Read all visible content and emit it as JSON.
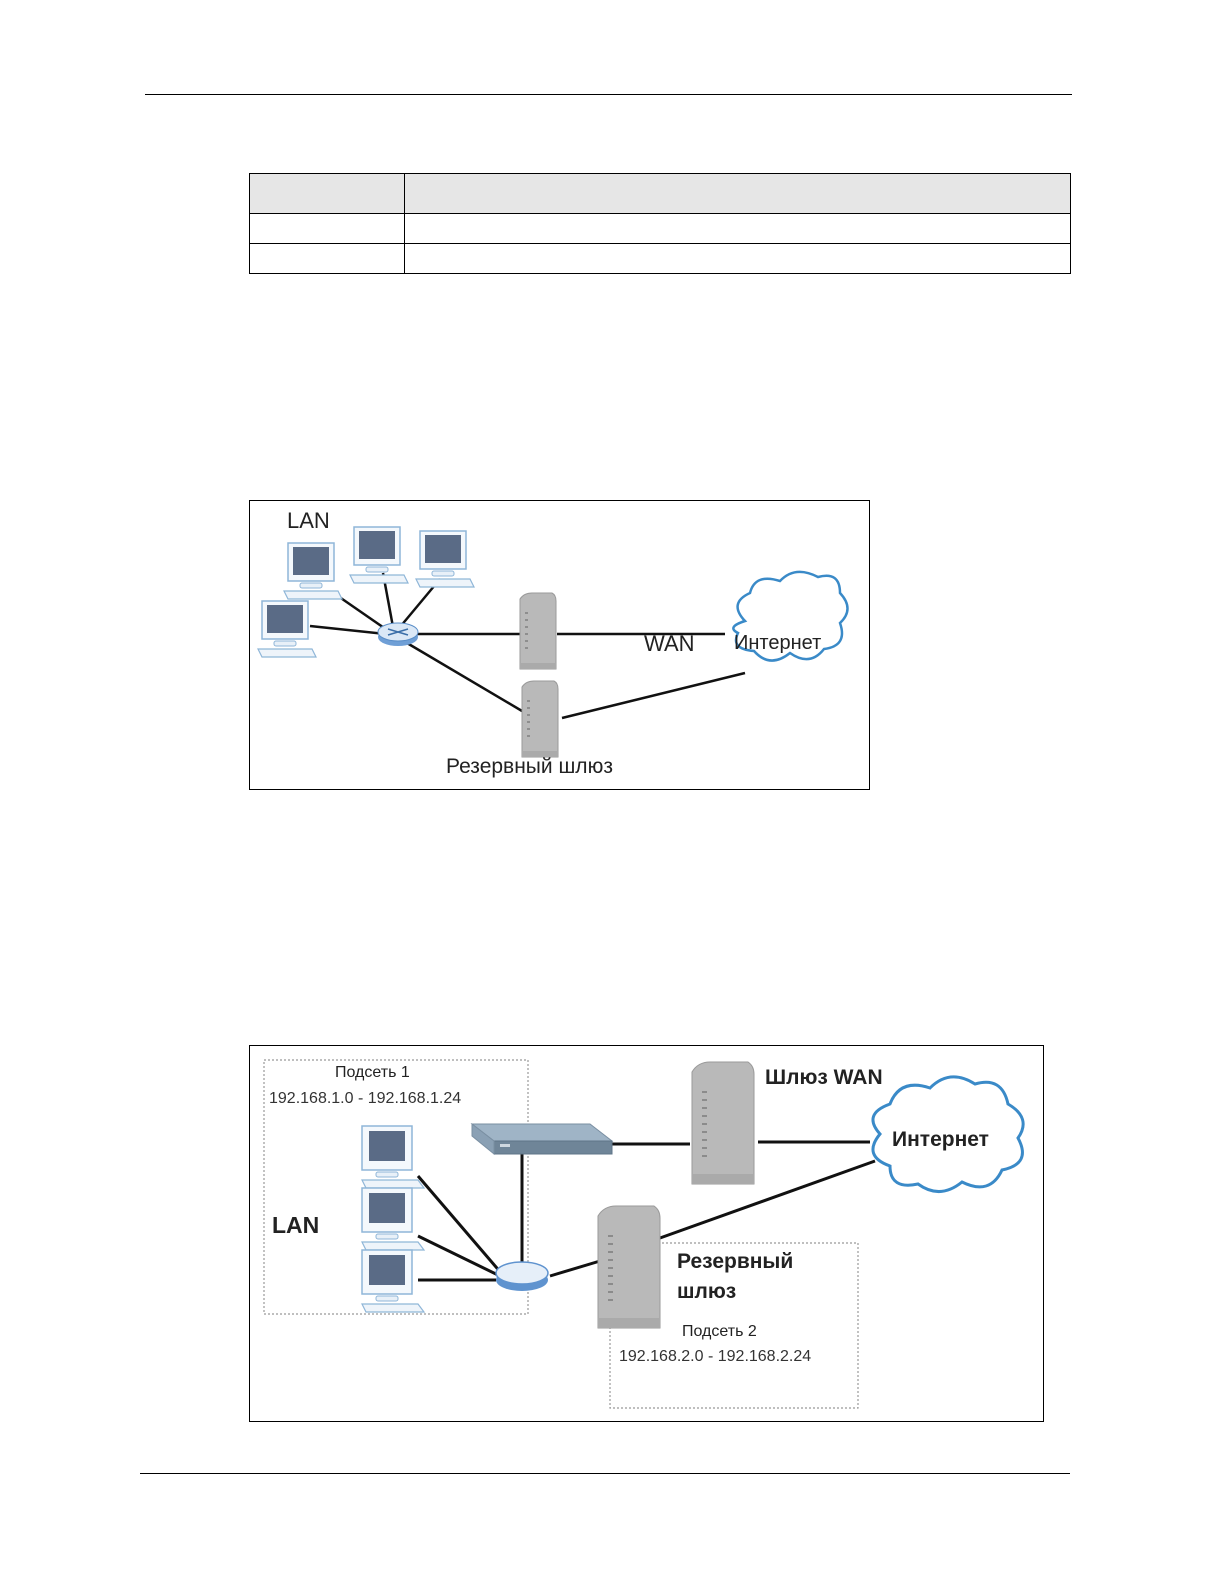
{
  "page": {
    "header_rule": true,
    "footer_rule": true
  },
  "table": {
    "columns": [
      "",
      ""
    ],
    "rows": [
      [
        "",
        ""
      ],
      [
        "",
        ""
      ]
    ]
  },
  "figure_1": {
    "lan_label": "LAN",
    "wan_label": "WAN",
    "internet_label": "Интернет",
    "backup_gateway_label": "Резервный шлюз",
    "devices": {
      "computers": 4,
      "switch": "switch-icon",
      "gateways": [
        "primary-gateway",
        "backup-gateway"
      ],
      "cloud": "internet-cloud-icon"
    },
    "colors": {
      "cloud_outline": "#3a8ac8",
      "screen": "#5a6b86",
      "gateway": "#b8b8b8"
    }
  },
  "figure_2": {
    "subnet1_title": "Подсеть 1",
    "subnet1_range": "192.168.1.0 - 192.168.1.24",
    "lan_label": "LAN",
    "wan_gateway_label": "Шлюз WAN",
    "internet_label": "Интернет",
    "backup_gateway_line1": "Резервный",
    "backup_gateway_line2": "шлюз",
    "subnet2_title": "Подсеть 2",
    "subnet2_range": "192.168.2.0 - 192.168.2.24",
    "devices": {
      "computers": 3,
      "switch": "layer3-switch-icon",
      "hub": "router-hub-icon",
      "gateways": [
        "wan-gateway",
        "backup-gateway"
      ],
      "cloud": "internet-cloud-icon"
    }
  }
}
